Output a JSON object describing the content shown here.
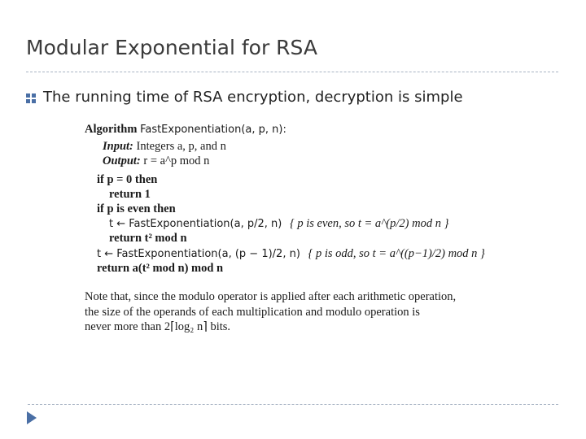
{
  "slide": {
    "title": "Modular Exponential for RSA",
    "bullet": "The running time of RSA encryption, decryption is simple",
    "accent_color": "#4a6fa5"
  },
  "algorithm": {
    "header_keyword": "Algorithm",
    "header_name": "FastExponentiation(a, p, n):",
    "input_label": "Input:",
    "input_text": "Integers a, p, and n",
    "output_label": "Output:",
    "output_text": "r = a^p mod n",
    "lines": [
      "if p = 0 then",
      "return 1",
      "if p is even then",
      "t ← FastExponentiation(a, p/2, n)",
      "{ p is even, so t = a^(p/2) mod n }",
      "return t² mod n",
      "t ← FastExponentiation(a, (p − 1)/2, n)",
      "{ p is odd, so t = a^((p−1)/2) mod n }",
      "return a(t² mod n) mod n"
    ]
  },
  "note": {
    "line1": "Note that, since the modulo operator is applied after each arithmetic operation,",
    "line2": "the size of the operands of each multiplication and modulo operation is",
    "line3": "never more than 2⌈log₂ n⌉ bits."
  }
}
